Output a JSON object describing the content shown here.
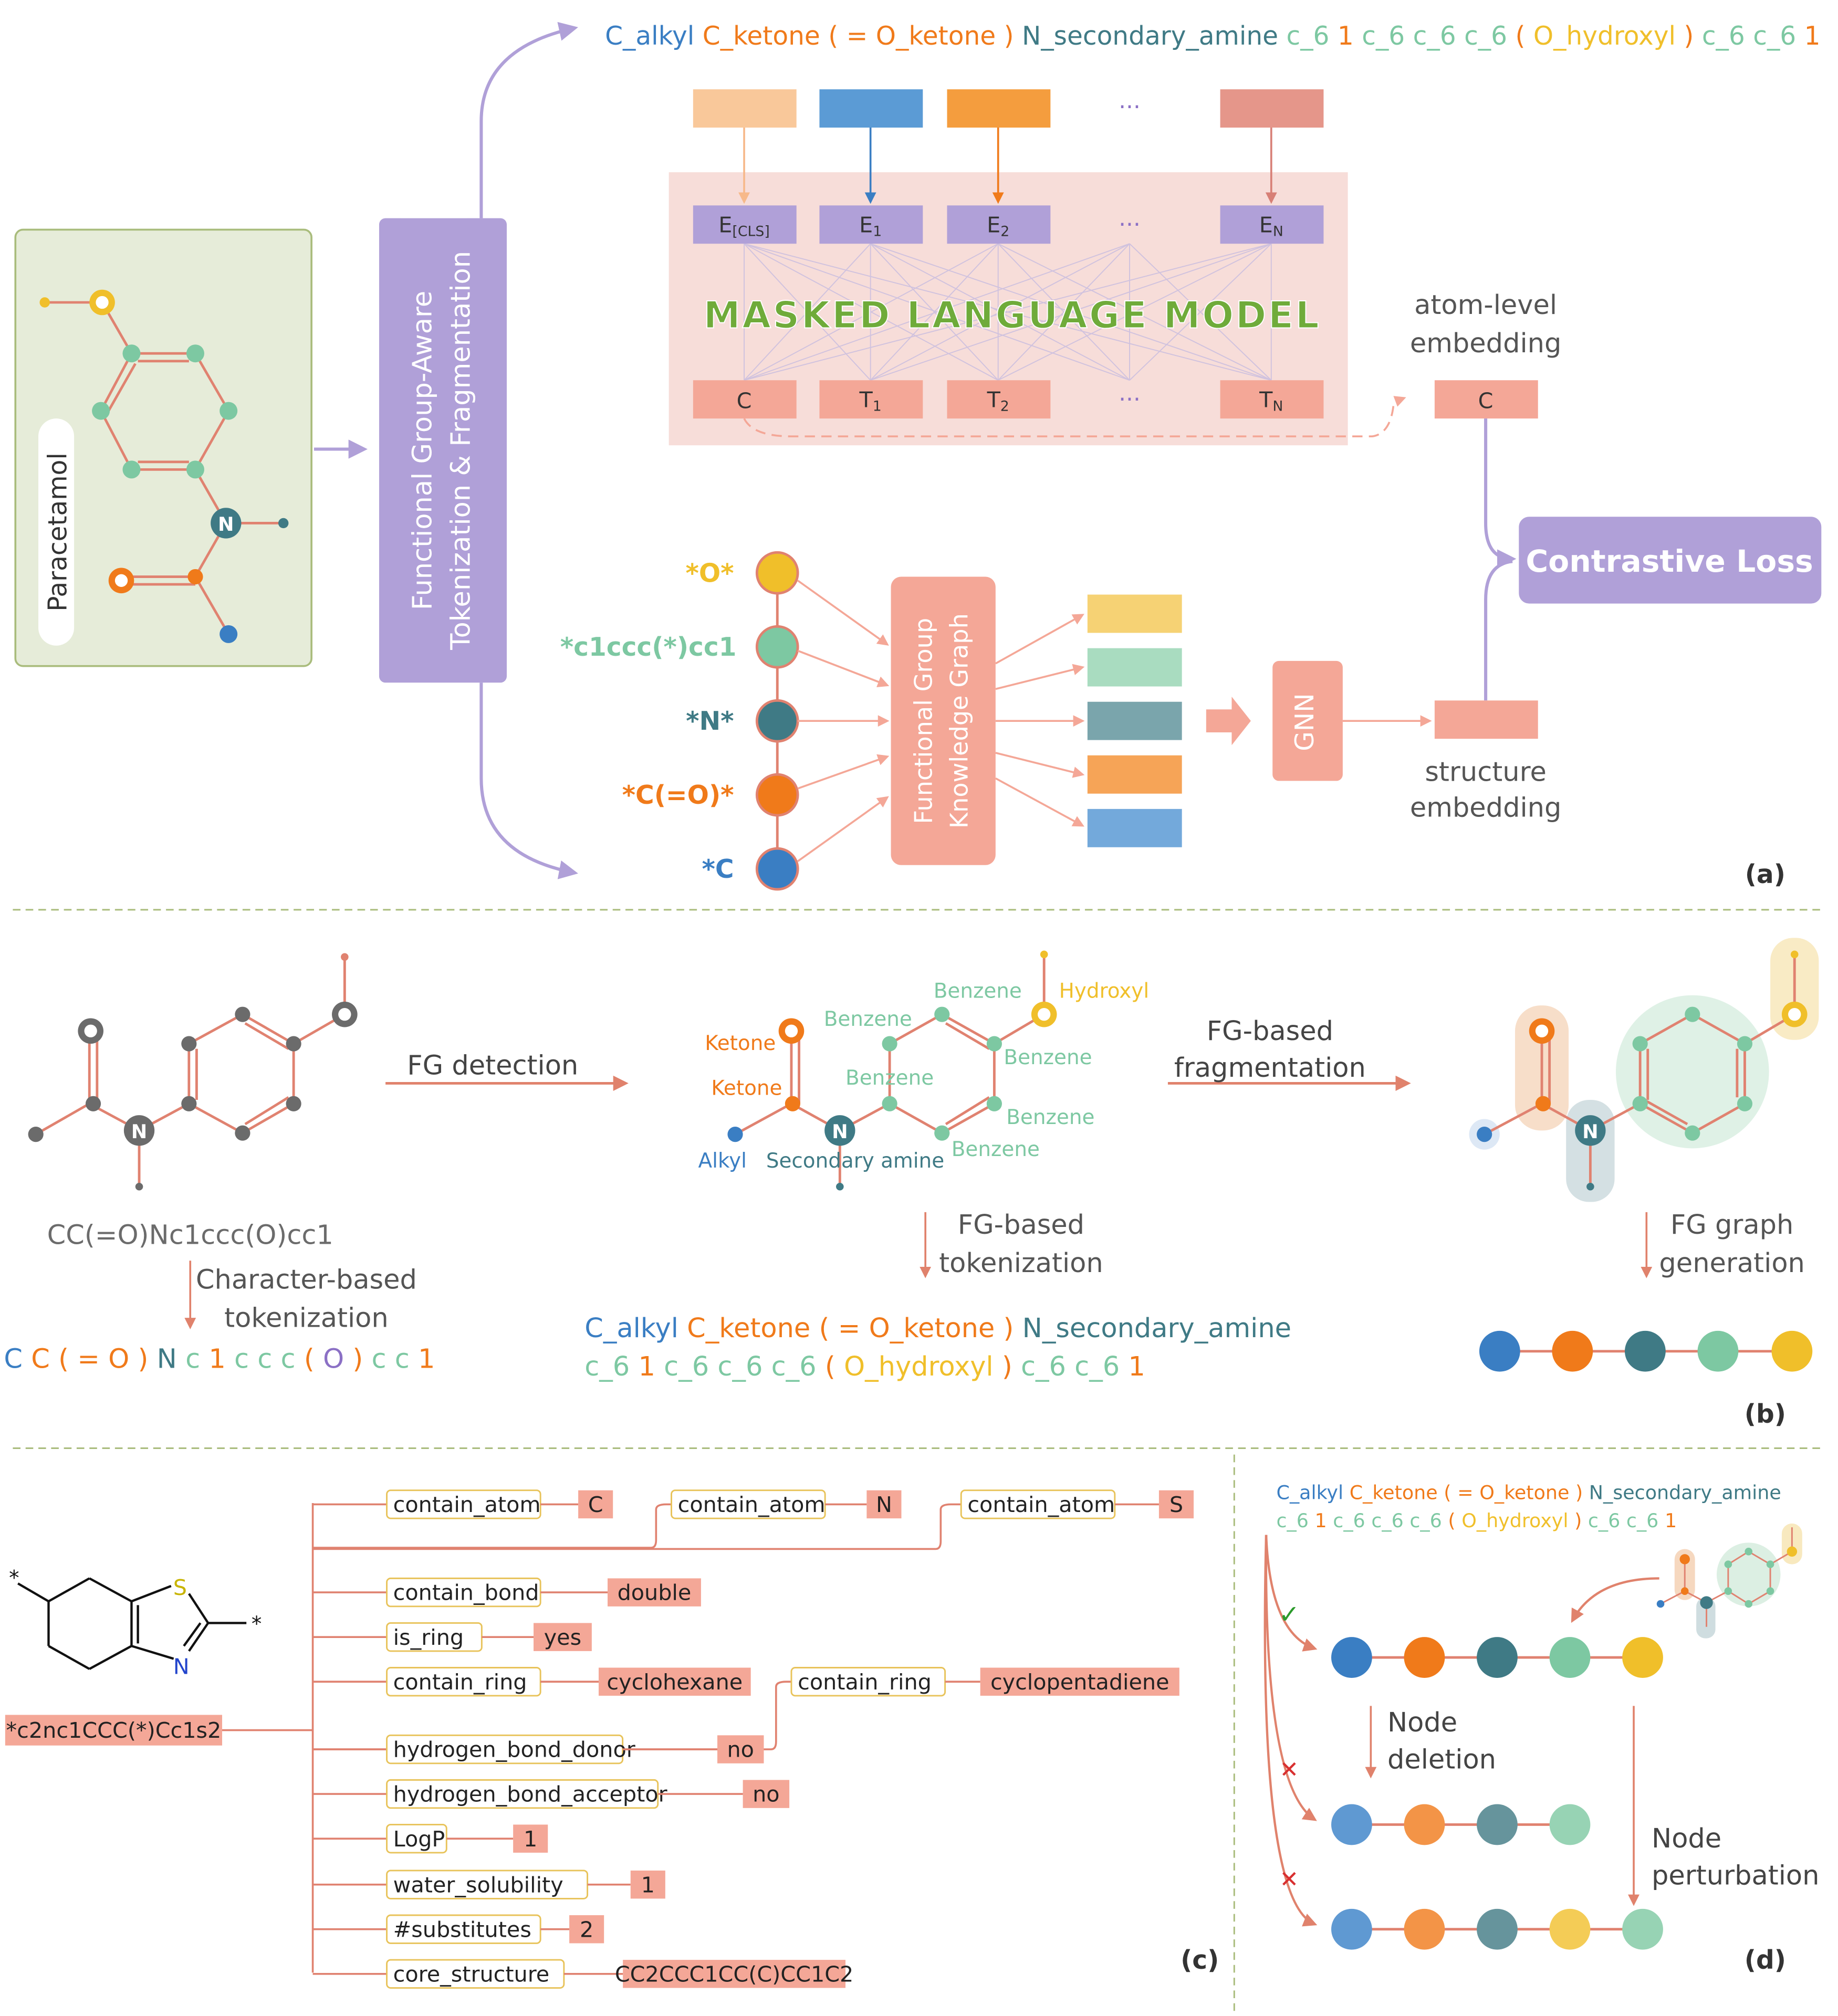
{
  "colors": {
    "blue": "#3a7ec3",
    "orange": "#f07a1a",
    "teal": "#3f7a85",
    "green": "#7dc8a2",
    "yellow": "#f0bf2a",
    "salmon": "#f4a797",
    "lavender": "#b0a0d8",
    "red_line": "#e0826c",
    "pink_bg": "#f7ddd9",
    "tan_bg": "#e6ecd9",
    "gray": "#6b6b6b",
    "dark": "#333333",
    "purple": "#8b70c5",
    "lime": "#6fab3a"
  },
  "panel_a": {
    "paracetamol": "Paracetamol",
    "module_line1": "Functional Group-Aware",
    "module_line2": "Tokenization & Fragmentation",
    "e_cls": "E[CLS]",
    "e1": "E1",
    "e2": "E2",
    "en": "EN",
    "c": "C",
    "t1": "T1",
    "t2": "T2",
    "tn": "TN",
    "ellipsis": "···",
    "mlm": "MASKED LANGUAGE MODEL",
    "atom_level_1": "atom-level",
    "atom_level_2": "embedding",
    "c_out": "C",
    "contrastive": "Contrastive Loss",
    "structure_1": "structure",
    "structure_2": "embedding",
    "kg_line1": "Functional Group",
    "kg_line2": "Knowledge Graph",
    "gnn": "GNN",
    "nodes": [
      "*O*",
      "*c1ccc(*)cc1",
      "*N*",
      "*C(=O)*",
      "*C"
    ],
    "label": "(a)"
  },
  "tokens_top": [
    {
      "t": "C_alkyl",
      "c": "blue"
    },
    {
      "t": "C_ketone",
      "c": "orange"
    },
    {
      "t": "(",
      "c": "orange"
    },
    {
      "t": "=",
      "c": "orange"
    },
    {
      "t": "O_ketone",
      "c": "orange"
    },
    {
      "t": ")",
      "c": "orange"
    },
    {
      "t": "N_secondary_amine",
      "c": "teal"
    },
    {
      "t": "c_6",
      "c": "green"
    },
    {
      "t": "1",
      "c": "orange"
    },
    {
      "t": "c_6",
      "c": "green"
    },
    {
      "t": "c_6",
      "c": "green"
    },
    {
      "t": "c_6",
      "c": "green"
    },
    {
      "t": "(",
      "c": "orange"
    },
    {
      "t": "O_hydroxyl",
      "c": "yellow"
    },
    {
      "t": ")",
      "c": "orange"
    },
    {
      "t": "c_6",
      "c": "green"
    },
    {
      "t": "c_6",
      "c": "green"
    },
    {
      "t": "1",
      "c": "orange"
    }
  ],
  "panel_b": {
    "smiles": "CC(=O)Nc1ccc(O)cc1",
    "char_1": "Character-based",
    "char_2": "tokenization",
    "char_tokens": [
      {
        "t": "C",
        "c": "blue"
      },
      {
        "t": "C",
        "c": "orange"
      },
      {
        "t": "(",
        "c": "orange"
      },
      {
        "t": "=",
        "c": "orange"
      },
      {
        "t": "O",
        "c": "orange"
      },
      {
        "t": ")",
        "c": "orange"
      },
      {
        "t": "N",
        "c": "teal"
      },
      {
        "t": "c",
        "c": "green"
      },
      {
        "t": "1",
        "c": "orange"
      },
      {
        "t": "c",
        "c": "green"
      },
      {
        "t": "c",
        "c": "green"
      },
      {
        "t": "c",
        "c": "green"
      },
      {
        "t": "(",
        "c": "orange"
      },
      {
        "t": "O",
        "c": "purple"
      },
      {
        "t": ")",
        "c": "orange"
      },
      {
        "t": "c",
        "c": "green"
      },
      {
        "t": "c",
        "c": "green"
      },
      {
        "t": "1",
        "c": "orange"
      }
    ],
    "fg_detection": "FG detection",
    "fg_frag_1": "FG-based",
    "fg_frag_2": "fragmentation",
    "fg_tok_1": "FG-based",
    "fg_tok_2": "tokenization",
    "fg_graph_1": "FG graph",
    "fg_graph_2": "generation",
    "labels": {
      "benzene": "Benzene",
      "hydroxyl": "Hydroxyl",
      "ketone": "Ketone",
      "alkyl": "Alkyl",
      "secondary_amine": "Secondary amine"
    },
    "fg_line1": [
      {
        "t": "C_alkyl",
        "c": "blue"
      },
      {
        "t": "C_ketone",
        "c": "orange"
      },
      {
        "t": "(",
        "c": "orange"
      },
      {
        "t": "=",
        "c": "orange"
      },
      {
        "t": "O_ketone",
        "c": "orange"
      },
      {
        "t": ")",
        "c": "orange"
      },
      {
        "t": "N_secondary_amine",
        "c": "teal"
      }
    ],
    "fg_line2": [
      {
        "t": "c_6",
        "c": "green"
      },
      {
        "t": "1",
        "c": "orange"
      },
      {
        "t": "c_6",
        "c": "green"
      },
      {
        "t": "c_6",
        "c": "green"
      },
      {
        "t": "c_6",
        "c": "green"
      },
      {
        "t": "(",
        "c": "orange"
      },
      {
        "t": "O_hydroxyl",
        "c": "yellow"
      },
      {
        "t": ")",
        "c": "orange"
      },
      {
        "t": "c_6",
        "c": "green"
      },
      {
        "t": "c_6",
        "c": "green"
      },
      {
        "t": "1",
        "c": "orange"
      }
    ],
    "label": "(b)"
  },
  "panel_c": {
    "smiles": "*c2nc1CCC(*)Cc1s2",
    "star": "*",
    "atom_s": "S",
    "atom_n": "N",
    "rows": [
      {
        "k": "contain_atom",
        "v": "C",
        "k2": "contain_atom",
        "v2": "N",
        "k3": "contain_atom",
        "v3": "S"
      },
      {
        "k": "contain_bond",
        "v": "double"
      },
      {
        "k": "is_ring",
        "v": "yes"
      },
      {
        "k": "contain_ring",
        "v": "cyclohexane",
        "k2": "contain_ring",
        "v2": "cyclopentadiene"
      },
      {
        "k": "hydrogen_bond_donor",
        "v": "no"
      },
      {
        "k": "hydrogen_bond_acceptor",
        "v": "no"
      },
      {
        "k": "LogP",
        "v": "1"
      },
      {
        "k": "water_solubility",
        "v": "1"
      },
      {
        "k": "#substitutes",
        "v": "2"
      },
      {
        "k": "core_structure",
        "v": "CC2CCC1CC(C)CC1C2"
      }
    ],
    "label": "(c)"
  },
  "panel_d": {
    "line1": [
      {
        "t": "C_alkyl",
        "c": "blue"
      },
      {
        "t": "C_ketone",
        "c": "orange"
      },
      {
        "t": "(",
        "c": "orange"
      },
      {
        "t": "=",
        "c": "orange"
      },
      {
        "t": "O_ketone",
        "c": "orange"
      },
      {
        "t": ")",
        "c": "orange"
      },
      {
        "t": "N_secondary_amine",
        "c": "teal"
      }
    ],
    "line2": [
      {
        "t": "c_6",
        "c": "green"
      },
      {
        "t": "1",
        "c": "orange"
      },
      {
        "t": "c_6",
        "c": "green"
      },
      {
        "t": "c_6",
        "c": "green"
      },
      {
        "t": "c_6",
        "c": "green"
      },
      {
        "t": "(",
        "c": "orange"
      },
      {
        "t": "O_hydroxyl",
        "c": "yellow"
      },
      {
        "t": ")",
        "c": "orange"
      },
      {
        "t": "c_6",
        "c": "green"
      },
      {
        "t": "c_6",
        "c": "green"
      },
      {
        "t": "1",
        "c": "orange"
      }
    ],
    "check": "✓",
    "cross": "✕",
    "node_deletion_1": "Node",
    "node_deletion_2": "deletion",
    "node_perturb_1": "Node",
    "node_perturb_2": "perturbation",
    "label": "(d)"
  }
}
